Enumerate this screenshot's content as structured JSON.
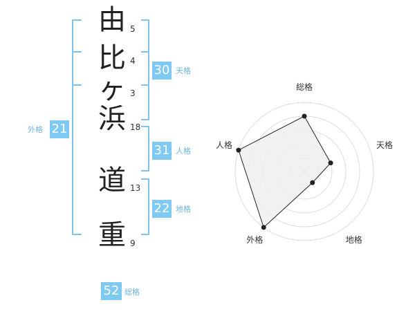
{
  "name": {
    "characters": [
      "由",
      "比",
      "ヶ",
      "浜",
      "道",
      "重"
    ],
    "strokes": [
      "5",
      "4",
      "3",
      "18",
      "13",
      "9"
    ]
  },
  "grids": {
    "tenkaku": {
      "value": "30",
      "label": "天格"
    },
    "jinkaku": {
      "value": "31",
      "label": "人格"
    },
    "chikaku": {
      "value": "22",
      "label": "地格"
    },
    "gaikaku": {
      "value": "21",
      "label": "外格"
    },
    "soukaku": {
      "value": "52",
      "label": "総格"
    }
  },
  "chart_data": {
    "type": "radar",
    "axes": [
      "総格",
      "天格",
      "地格",
      "外格",
      "人格"
    ],
    "scale_max": 5,
    "rings": 5,
    "values": [
      4,
      2,
      1,
      5,
      5
    ],
    "colors": {
      "fill": "#efefef",
      "stroke": "#222222",
      "grid": "#dddddd",
      "center": "#cccccc"
    }
  },
  "colors": {
    "accent": "#7fcaf2",
    "bracket": "#7fc3ec",
    "label": "#6cb7e6"
  }
}
